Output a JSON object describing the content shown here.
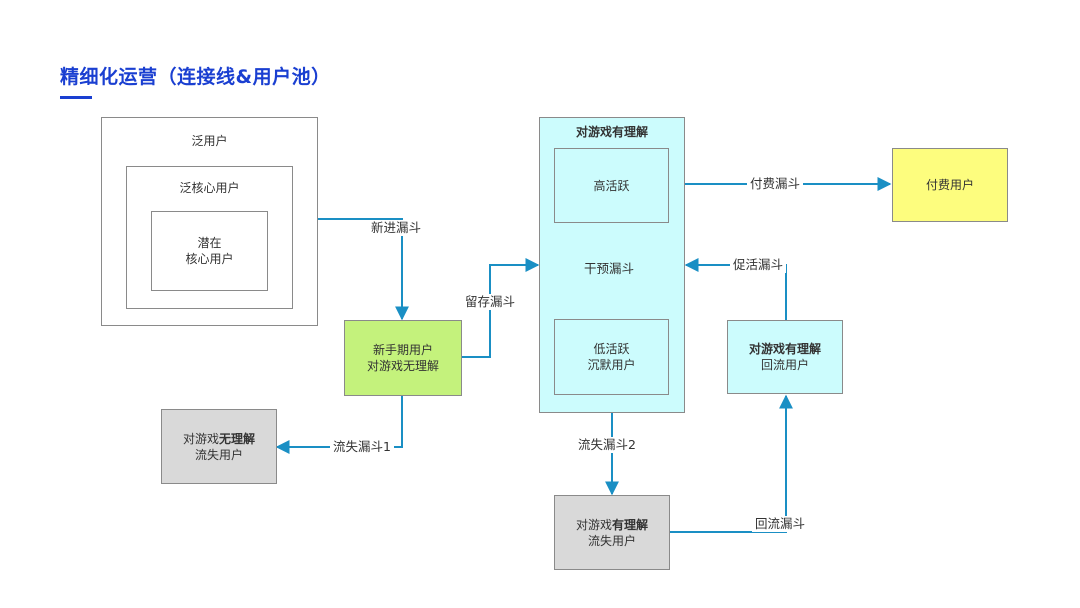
{
  "title": "精细化运营（连接线&用户池）",
  "colors": {
    "title": "#1a3fd1",
    "arrow": "#1a8fc4",
    "cyan_fill": "#ccfcfd",
    "green_fill": "#c4f27c",
    "yellow_fill": "#fdfd7e",
    "gray_fill": "#d9d9d9"
  },
  "nodes": {
    "general_users": "泛用户",
    "general_core_users": "泛核心用户",
    "potential_core_users": [
      "潜在",
      "核心用户"
    ],
    "understands_game": "对游戏有理解",
    "high_active": "高活跃",
    "low_active": [
      "低活跃",
      "沉默用户"
    ],
    "paying_users": "付费用户",
    "newbie_users": [
      "新手期用户",
      "对游戏无理解"
    ],
    "returning_users": {
      "prefix": "对游戏",
      "bold": "有理解",
      "line2": "回流用户"
    },
    "lost_no_understanding": {
      "prefix": "对游戏",
      "bold": "无理解",
      "line2": "流失用户"
    },
    "lost_with_understanding": {
      "prefix": "对游戏",
      "bold": "有理解",
      "line2": "流失用户"
    }
  },
  "funnels": {
    "new_entry": "新进漏斗",
    "retention": "留存漏斗",
    "payment": "付费漏斗",
    "intervention": "干预漏斗",
    "reactivation": "促活漏斗",
    "churn1": "流失漏斗1",
    "churn2": "流失漏斗2",
    "return": "回流漏斗"
  }
}
